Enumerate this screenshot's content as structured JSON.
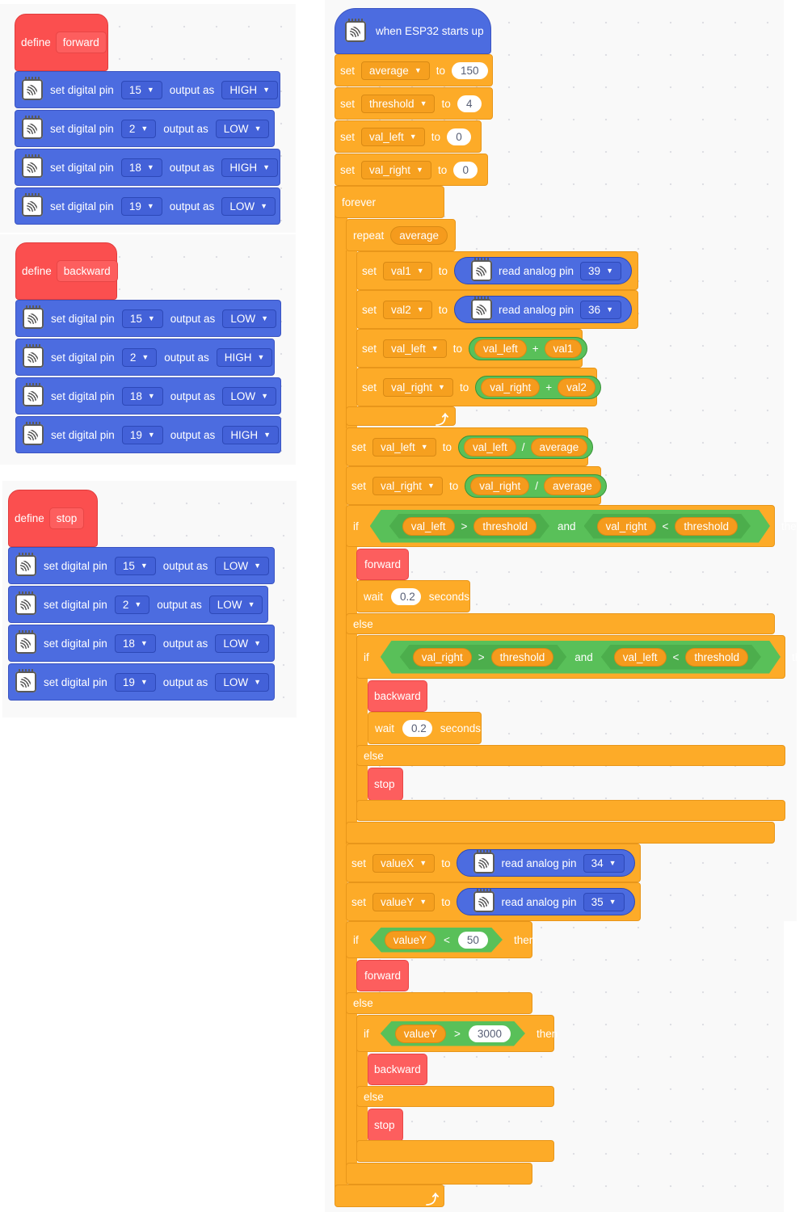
{
  "defs": [
    {
      "label": "define",
      "name": "forward",
      "pins": [
        {
          "pin": "15",
          "value": "HIGH"
        },
        {
          "pin": "2",
          "value": "LOW"
        },
        {
          "pin": "18",
          "value": "HIGH"
        },
        {
          "pin": "19",
          "value": "LOW"
        }
      ]
    },
    {
      "label": "define",
      "name": "backward",
      "pins": [
        {
          "pin": "15",
          "value": "LOW"
        },
        {
          "pin": "2",
          "value": "HIGH"
        },
        {
          "pin": "18",
          "value": "LOW"
        },
        {
          "pin": "19",
          "value": "HIGH"
        }
      ]
    },
    {
      "label": "define",
      "name": "stop",
      "pins": [
        {
          "pin": "15",
          "value": "LOW"
        },
        {
          "pin": "2",
          "value": "LOW"
        },
        {
          "pin": "18",
          "value": "LOW"
        },
        {
          "pin": "19",
          "value": "LOW"
        }
      ]
    }
  ],
  "pin_text": {
    "set": "set digital pin",
    "output": "output as"
  },
  "main": {
    "event": "when ESP32 starts up",
    "init": [
      {
        "kw": "set",
        "var": "average",
        "to": "to",
        "value": "150"
      },
      {
        "kw": "set",
        "var": "threshold",
        "to": "to",
        "value": "4"
      },
      {
        "kw": "set",
        "var": "val_left",
        "to": "to",
        "value": "0"
      },
      {
        "kw": "set",
        "var": "val_right",
        "to": "to",
        "value": "0"
      }
    ],
    "forever": "forever",
    "repeat": "repeat",
    "repeat_count": "average",
    "read": "read analog pin",
    "reads": [
      {
        "kw": "set",
        "var": "val1",
        "to": "to",
        "pin": "39"
      },
      {
        "kw": "set",
        "var": "val2",
        "to": "to",
        "pin": "36"
      }
    ],
    "sums": [
      {
        "kw": "set",
        "var": "val_left",
        "to": "to",
        "a": "val_left",
        "op": "+",
        "b": "val1"
      },
      {
        "kw": "set",
        "var": "val_right",
        "to": "to",
        "a": "val_right",
        "op": "+",
        "b": "val2"
      }
    ],
    "divs": [
      {
        "kw": "set",
        "var": "val_left",
        "to": "to",
        "a": "val_left",
        "op": "/",
        "b": "average"
      },
      {
        "kw": "set",
        "var": "val_right",
        "to": "to",
        "a": "val_right",
        "op": "/",
        "b": "average"
      }
    ],
    "if1": {
      "kw": "if",
      "l1": "val_left",
      "o1": ">",
      "r1": "threshold",
      "and": "and",
      "l2": "val_right",
      "o2": "<",
      "r2": "threshold",
      "then": "then",
      "call": "forward",
      "wait": "wait",
      "wait_val": "0.2",
      "seconds": "seconds",
      "else": "else"
    },
    "if2": {
      "kw": "if",
      "l1": "val_right",
      "o1": ">",
      "r1": "threshold",
      "and": "and",
      "l2": "val_left",
      "o2": "<",
      "r2": "threshold",
      "then": "then",
      "call": "backward",
      "wait": "wait",
      "wait_val": "0.2",
      "seconds": "seconds",
      "else": "else",
      "call_else": "stop"
    },
    "joy": [
      {
        "kw": "set",
        "var": "valueX",
        "to": "to",
        "pin": "34"
      },
      {
        "kw": "set",
        "var": "valueY",
        "to": "to",
        "pin": "35"
      }
    ],
    "if3": {
      "kw": "if",
      "var": "valueY",
      "op": "<",
      "value": "50",
      "then": "then",
      "call": "forward",
      "else": "else"
    },
    "if4": {
      "kw": "if",
      "var": "valueY",
      "op": ">",
      "value": "3000",
      "then": "then",
      "call": "backward",
      "else": "else",
      "call_else": "stop"
    }
  },
  "icons": {
    "loop": "loop-arrow-icon",
    "chip": "esp32-chip-icon",
    "dropdown": "dropdown-caret-icon"
  }
}
